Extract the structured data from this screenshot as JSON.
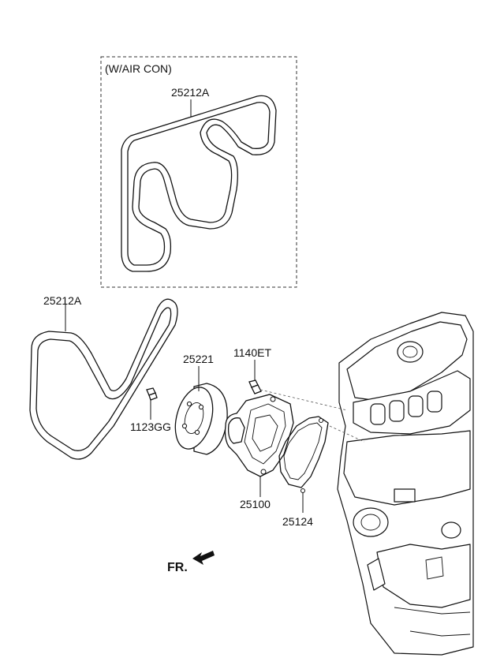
{
  "diagram": {
    "box_label": "(W/AIR CON)",
    "labels": {
      "belt_aircon": "25212A",
      "belt_std": "25212A",
      "pulley": "25221",
      "bolt_pulley": "1123GG",
      "bolt_pump": "1140ET",
      "water_pump": "25100",
      "gasket": "25124"
    },
    "direction": "FR."
  }
}
